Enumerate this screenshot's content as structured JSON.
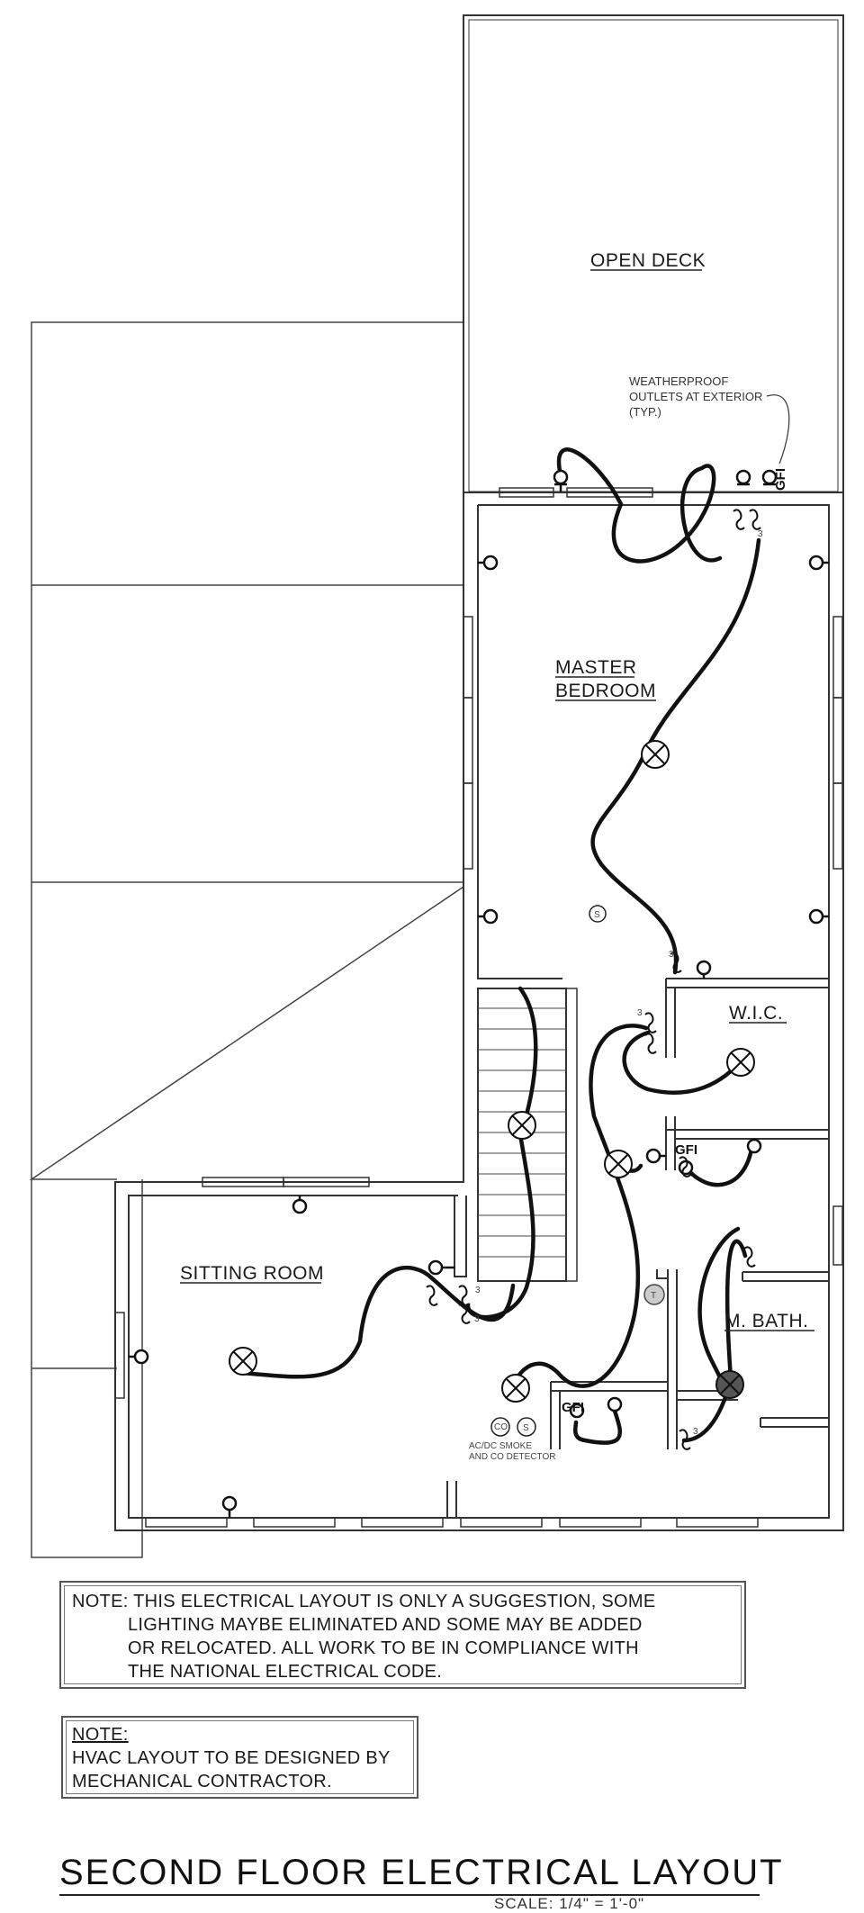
{
  "rooms": {
    "open_deck": "OPEN DECK",
    "master_bedroom_l1": "MASTER",
    "master_bedroom_l2": "BEDROOM",
    "wic": "W.I.C.",
    "sitting_room": "SITTING ROOM",
    "master_bath": "M. BATH."
  },
  "annotations": {
    "weatherproof_l1": "WEATHERPROOF",
    "weatherproof_l2": "OUTLETS AT EXTERIOR",
    "weatherproof_l3": "(TYP.)",
    "smoke_l1": "AC/DC SMOKE",
    "smoke_l2": "AND CO DETECTOR"
  },
  "symbols": {
    "gfi": "GFI",
    "switch": "S",
    "smoke": "S",
    "co": "CO",
    "thermostat": "T",
    "three_way": "3"
  },
  "notes": {
    "note1_l1": "NOTE: THIS ELECTRICAL LAYOUT IS ONLY A SUGGESTION, SOME",
    "note1_l2": "LIGHTING MAYBE ELIMINATED AND SOME MAY BE ADDED",
    "note1_l3": "OR RELOCATED. ALL WORK TO BE IN COMPLIANCE WITH",
    "note1_l4": "THE NATIONAL ELECTRICAL CODE.",
    "note2_title": "NOTE:",
    "note2_l1": "HVAC LAYOUT TO BE DESIGNED BY",
    "note2_l2": "MECHANICAL CONTRACTOR."
  },
  "footer": {
    "title": "SECOND FLOOR ELECTRICAL LAYOUT",
    "scale": "SCALE: 1/4\" = 1'-0\""
  },
  "colors": {
    "wall": "#333333",
    "wire": "#111111",
    "thermostat_fill": "#cccccc",
    "fixture_fill": "#555555"
  }
}
